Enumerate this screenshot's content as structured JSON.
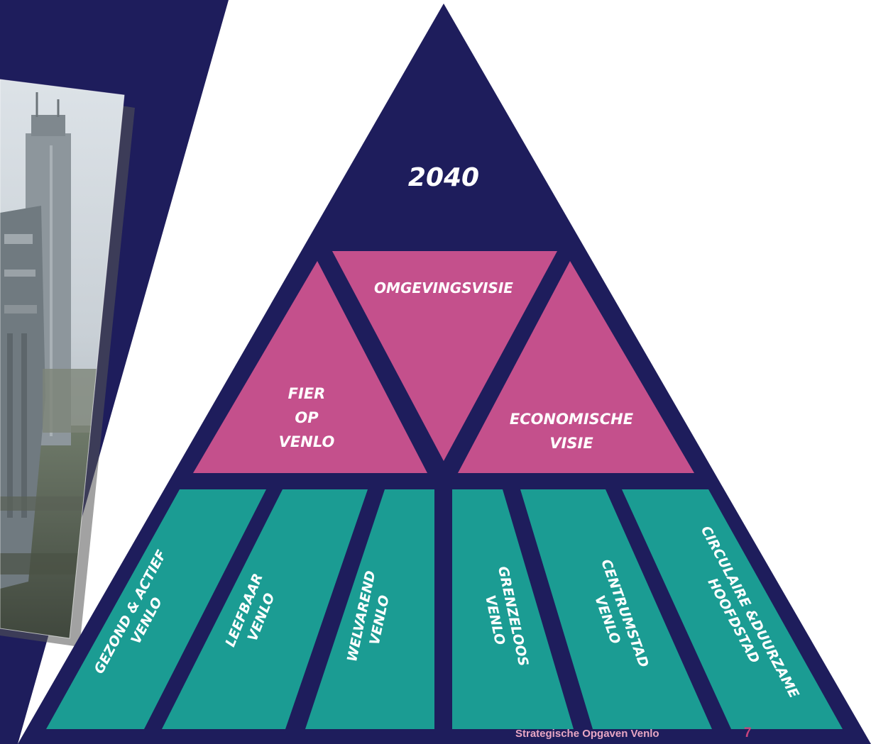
{
  "colors": {
    "navy": "#1e1d5c",
    "pink": "#c4508c",
    "teal": "#1b9c93",
    "footer_text": "#e8a6c4",
    "page_number": "#c9437c"
  },
  "pyramid": {
    "apex_label": "2040",
    "middle": {
      "left": [
        "FIER",
        "OP",
        "VENLO"
      ],
      "center": [
        "OMGEVINGSVISIE"
      ],
      "right": [
        "ECONOMISCHE",
        "VISIE"
      ]
    },
    "bottom": [
      {
        "lines": [
          "GEZOND & ACTIEF",
          "VENLO"
        ]
      },
      {
        "lines": [
          "LEEFBAAR",
          "VENLO"
        ]
      },
      {
        "lines": [
          "WELVAREND",
          "VENLO"
        ]
      },
      {
        "lines": [
          "GRENZELOOS",
          "VENLO"
        ]
      },
      {
        "lines": [
          "CENTRUMSTAD",
          "VENLO"
        ]
      },
      {
        "lines": [
          "CIRCULAIRE &DUURZAME",
          "HOOFDSTAD"
        ]
      }
    ]
  },
  "photo": {
    "icon": "city-tower-photo"
  },
  "footer": {
    "text": "Strategische Opgaven Venlo",
    "page_number": "7"
  }
}
